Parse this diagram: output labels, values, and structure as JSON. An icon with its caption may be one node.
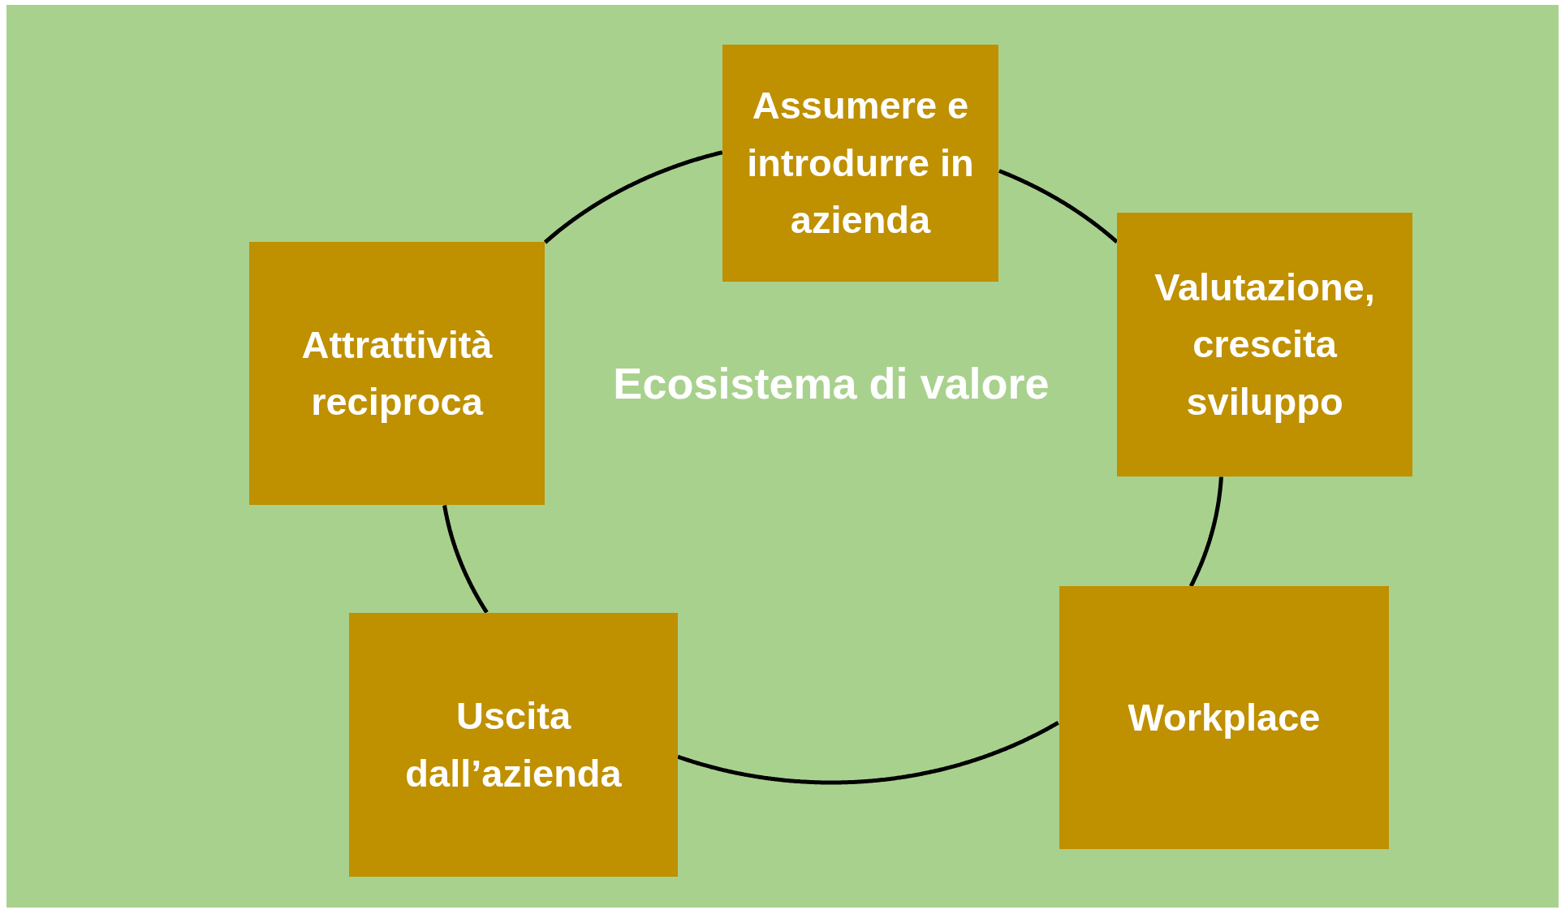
{
  "diagram": {
    "nodes": [
      {
        "text": [
          "Attrattività reciproca"
        ]
      },
      {
        "text": [
          "Assumere e introdurre in azienda"
        ]
      },
      {
        "text": [
          "Valutazione, crescita sviluppo"
        ]
      },
      {
        "text": [
          "Workplace"
        ]
      },
      {
        "text": [
          "Uscita dall’azienda"
        ]
      }
    ],
    "edges": [
      {
        "from": 0,
        "to": 1,
        "arrow": "none"
      },
      {
        "from": 1,
        "to": 2,
        "arrow": "none"
      },
      {
        "from": 2,
        "to": 3,
        "arrow": "none"
      },
      {
        "from": 3,
        "to": 4,
        "arrow": "none"
      },
      {
        "from": 4,
        "to": 0,
        "arrow": "none"
      }
    ],
    "labels": [
      "Ecosistema di valore"
    ]
  }
}
